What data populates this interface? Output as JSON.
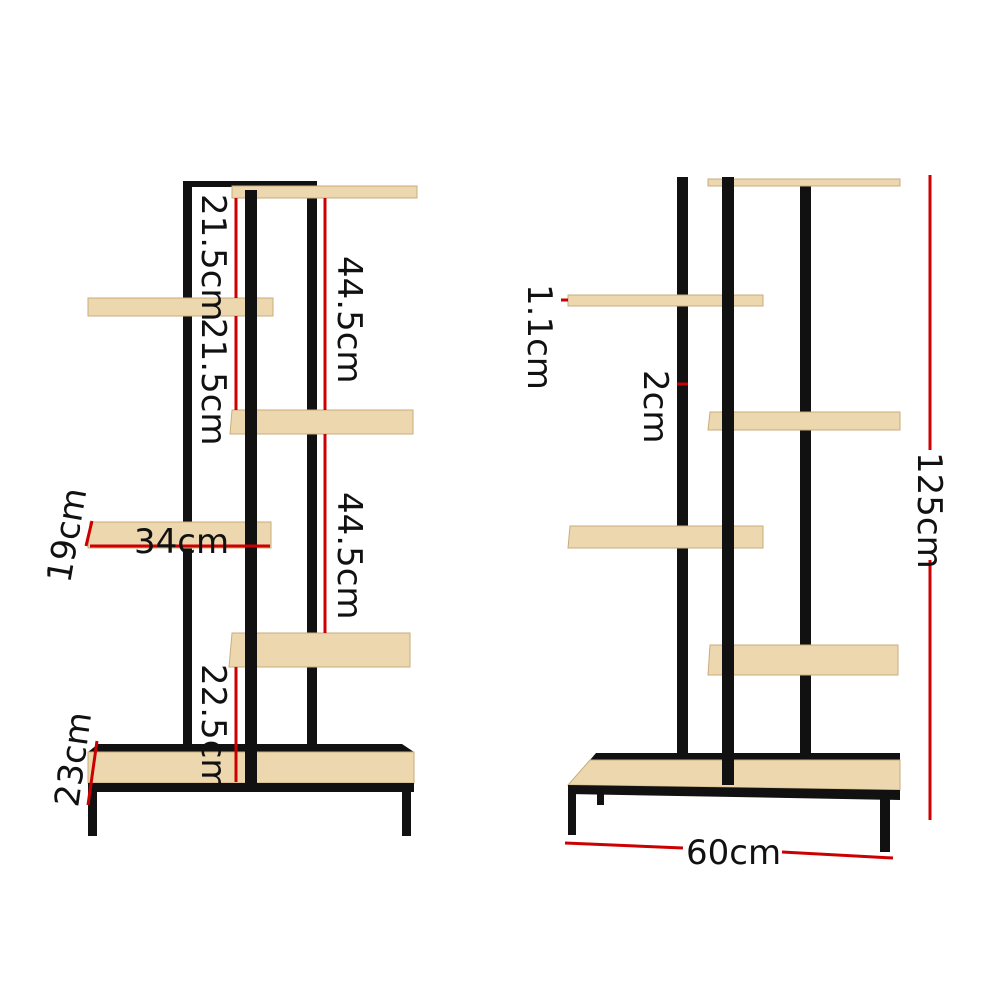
{
  "colors": {
    "wood": "#ecd7ae",
    "wood_edge": "#c9ad7c",
    "frame": "#111111",
    "dimension_line": "#cc0000",
    "background": "#ffffff"
  },
  "left_view": {
    "labels": {
      "upper_gap_1": "21.5cm",
      "upper_gap_2": "21.5cm",
      "right_gap_1": "44.5cm",
      "right_gap_2": "44.5cm",
      "bottom_gap": "22.5cm",
      "shelf_depth": "19cm",
      "shelf_width": "34cm",
      "base_depth": "23cm"
    }
  },
  "right_view": {
    "labels": {
      "shelf_thickness": "1.1cm",
      "post_width": "2cm",
      "total_height": "125cm",
      "total_width": "60cm"
    }
  }
}
